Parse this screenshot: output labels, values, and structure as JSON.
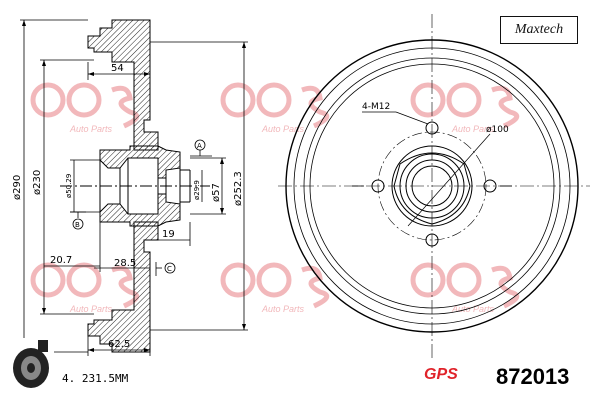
{
  "brand": {
    "logo_text": "Maxtech"
  },
  "watermark": {
    "text": "GPS",
    "sub": "Auto Parts"
  },
  "footer": {
    "part_number": "872013",
    "gps_mark": "GPS",
    "thickness_label": "4. 231.5MM"
  },
  "dimensions": {
    "d290": "ø290",
    "d230": "ø230",
    "width54": "54",
    "d50": "ø50.29",
    "d57": "ø57",
    "d29": "ø29.9",
    "d252": "ø252.3",
    "len19": "19",
    "len20": "20.7",
    "len28": "28.5",
    "len62": "62.5",
    "bolt": "4-M12",
    "pcd": "ø100",
    "ref_a": "A",
    "ref_b": "B",
    "ref_c": "C"
  },
  "colors": {
    "watermark": "#f2b8bb",
    "accent": "#e0232a"
  }
}
